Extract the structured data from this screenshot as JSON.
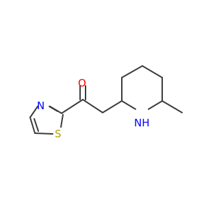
{
  "molecule": {
    "atoms": {
      "oxygen": {
        "symbol": "O",
        "color": "#ff0000"
      },
      "thiazole_nitrogen": {
        "symbol": "N",
        "color": "#0000ff"
      },
      "sulfur": {
        "symbol": "S",
        "color": "#b2a300"
      },
      "amine": {
        "symbol": "NH",
        "n_color": "#0000ff",
        "h_color": "#0000ff"
      }
    },
    "bond_color": "#3a3a3a"
  }
}
